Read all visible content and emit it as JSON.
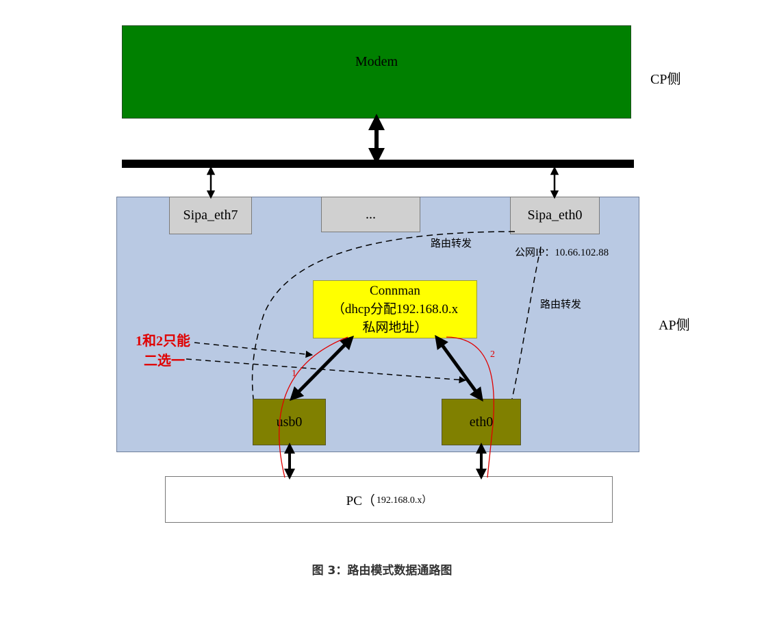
{
  "modem": {
    "label": "Modem"
  },
  "side_labels": {
    "cp": "CP侧",
    "ap": "AP侧"
  },
  "ports": [
    {
      "label": "Sipa_eth7"
    },
    {
      "label": "..."
    },
    {
      "label": "Sipa_eth0"
    }
  ],
  "connman": {
    "line1": "Connman",
    "line2": "（dhcp分配192.168.0.x",
    "line3": "私网地址）"
  },
  "interfaces": {
    "usb0": "usb0",
    "eth0": "eth0"
  },
  "pc": {
    "label": "PC（",
    "ip": "192.168.0.x）"
  },
  "annotations": {
    "route_forward_top": "路由转发",
    "public_ip": "公网IP：10.66.102.88",
    "route_forward_right": "路由转发",
    "choice_line1": "1和2只能",
    "choice_line2": "二选一",
    "path1": "1",
    "path2": "2"
  },
  "caption": "图 3：路由模式数据通路图",
  "colors": {
    "modem": "#008000",
    "ap_region": "#b9c9e3",
    "connman": "#ffff00",
    "interface": "#808000",
    "port": "#d0d0d0",
    "note_red": "#e00000"
  }
}
